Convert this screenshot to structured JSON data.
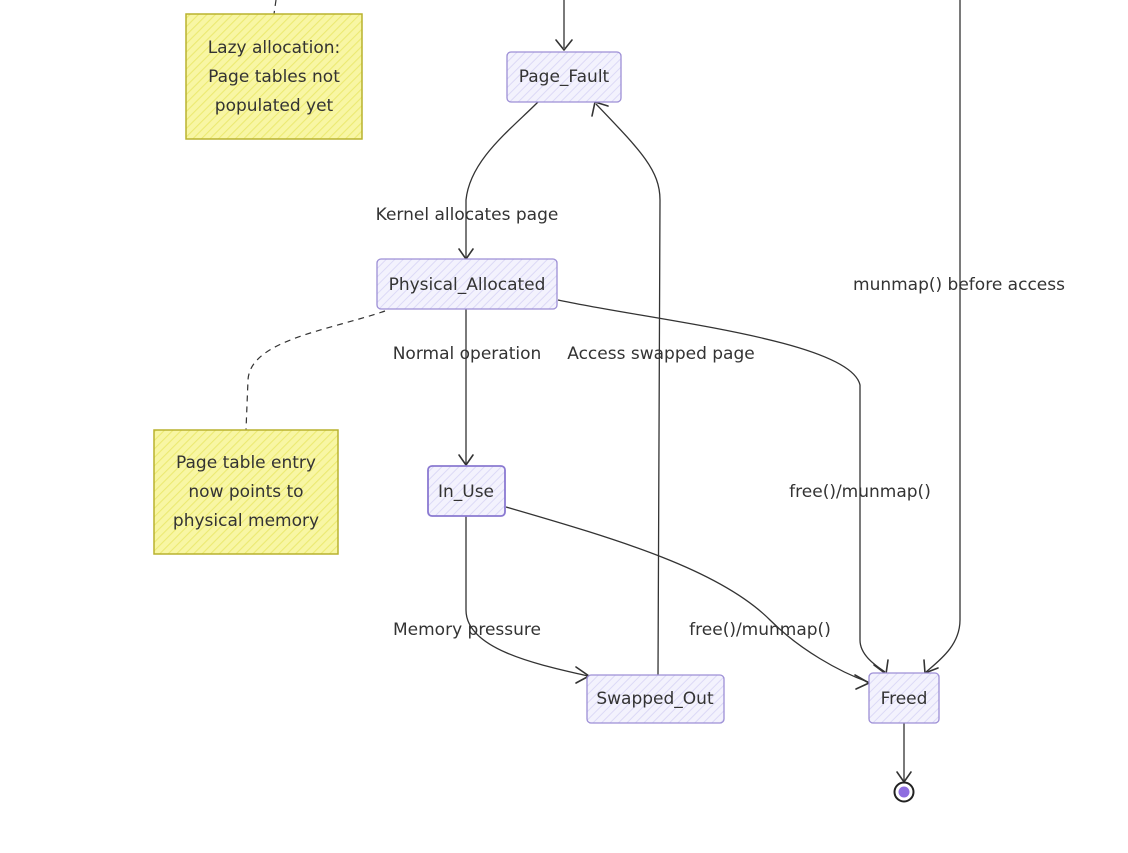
{
  "diagram": {
    "type": "state-diagram",
    "colors": {
      "state_border": "#9d8fd6",
      "state_fill": "#ecebfb",
      "note_border": "#b9b22e",
      "note_fill": "#f4f07a",
      "end_marker": "#8e6ee0",
      "text": "#333333",
      "edge": "#333333"
    },
    "states": {
      "page_fault": "Page_Fault",
      "physical_allocated": "Physical_Allocated",
      "in_use": "In_Use",
      "swapped_out": "Swapped_Out",
      "freed": "Freed"
    },
    "notes": {
      "lazy_allocation": [
        "Lazy allocation:",
        "Page tables not",
        "populated yet"
      ],
      "page_table_entry": [
        "Page table entry",
        "now points to",
        "physical memory"
      ]
    },
    "transitions": {
      "kernel_allocates": "Kernel allocates page",
      "normal_operation": "Normal operation",
      "access_swapped": "Access swapped page",
      "memory_pressure": "Memory pressure",
      "free_from_allocated": "free()/munmap()",
      "free_from_in_use": "free()/munmap()",
      "munmap_before_access": "munmap() before access"
    }
  }
}
